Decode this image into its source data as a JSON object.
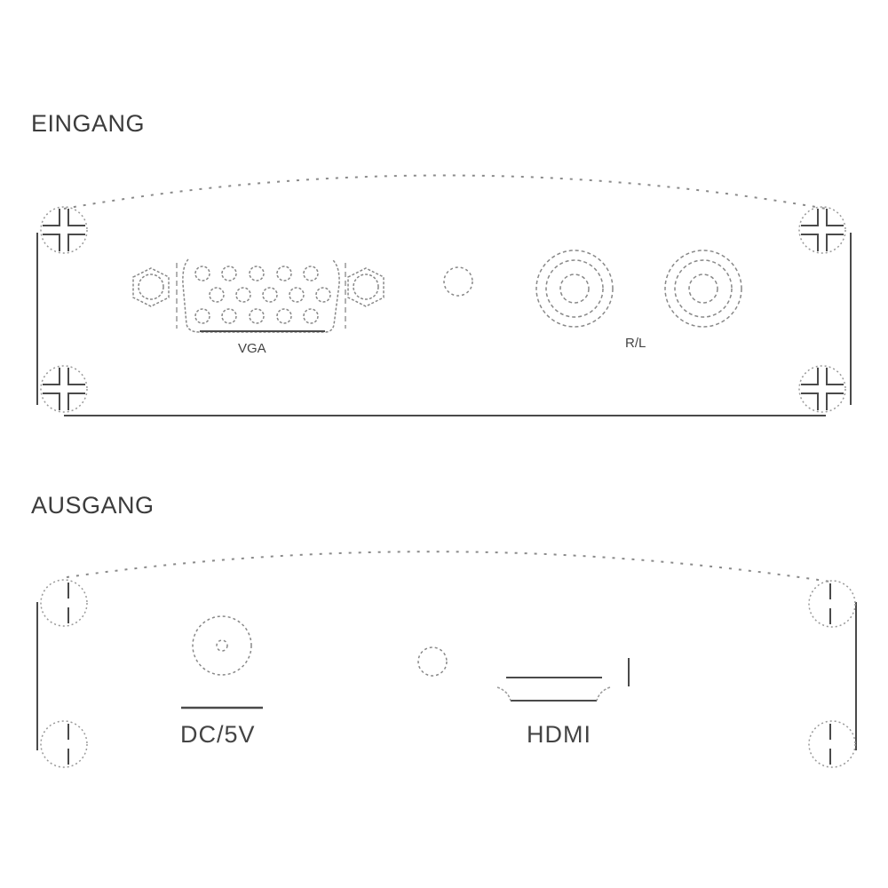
{
  "input_panel": {
    "title": "EINGANG",
    "ports": [
      {
        "id": "vga",
        "label": "VGA",
        "type": "VGA D-sub 15-pin"
      },
      {
        "id": "led",
        "label": "",
        "type": "LED indicator"
      },
      {
        "id": "audio-rl",
        "label": "R/L",
        "type": "RCA audio jacks (R, L)"
      }
    ],
    "screws": 4
  },
  "output_panel": {
    "title": "AUSGANG",
    "ports": [
      {
        "id": "dc",
        "label": "DC/5V",
        "type": "DC power jack"
      },
      {
        "id": "led",
        "label": "",
        "type": "LED indicator"
      },
      {
        "id": "hdmi",
        "label": "HDMI",
        "type": "HDMI port"
      }
    ],
    "screws": 4
  },
  "colors": {
    "line": "#4a4a4a",
    "dashed": "#8a8a8a",
    "text": "#3c3c3c"
  }
}
